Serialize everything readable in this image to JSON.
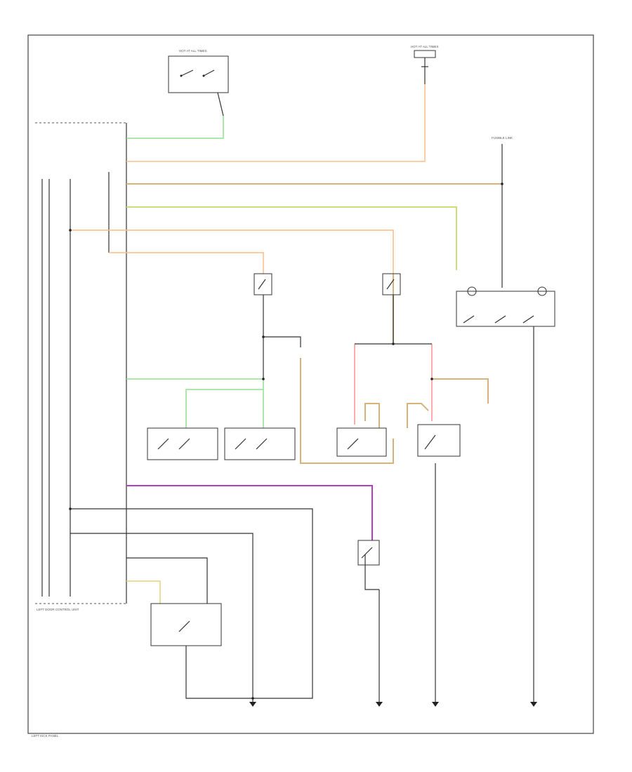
{
  "diagram": {
    "colors": {
      "green": "#8fe08f",
      "orange": "#ffbb88",
      "tan": "#d9b27a",
      "olive_green": "#c8e07a",
      "pink": "#ff9090",
      "purple": "#b040c0",
      "yellow": "#e6d27a",
      "black": "#333333"
    },
    "labels": {
      "hot_at_all_times_top_left": "HOT AT ALL TIMES",
      "hot_at_all_times_top_right": "HOT AT ALL TIMES",
      "fusible_link": "FUSIBLE LINK",
      "left_door_control": "LEFT DOOR CONTROL UNIT",
      "bottom_left": "LEFT KICK PANEL"
    }
  }
}
